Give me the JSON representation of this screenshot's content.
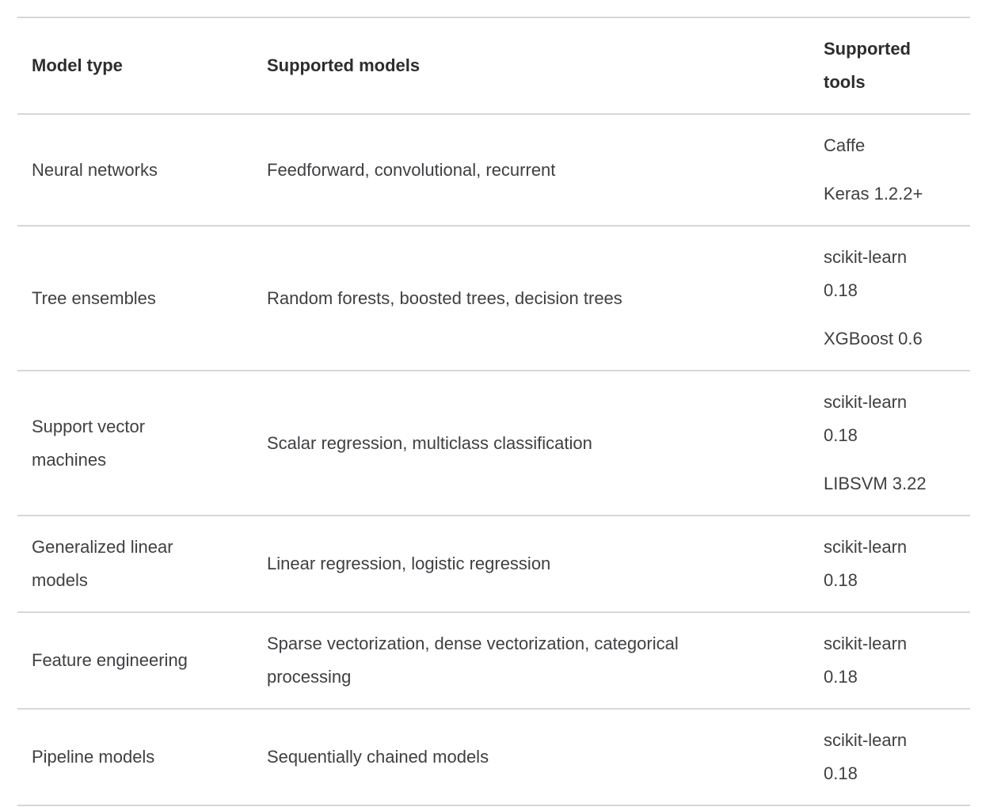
{
  "table": {
    "columns": [
      {
        "id": "model_type",
        "label": "Model type"
      },
      {
        "id": "supported_models",
        "label": "Supported models"
      },
      {
        "id": "supported_tools",
        "label": "Supported tools"
      }
    ],
    "rows": [
      {
        "model_type": "Neural networks",
        "supported_models": "Feedforward, convolutional, recurrent",
        "supported_tools": [
          "Caffe",
          "Keras 1.2.2+"
        ]
      },
      {
        "model_type": "Tree ensembles",
        "supported_models": "Random forests, boosted trees, decision trees",
        "supported_tools": [
          "scikit-learn 0.18",
          "XGBoost 0.6"
        ]
      },
      {
        "model_type": "Support vector machines",
        "supported_models": "Scalar regression, multiclass classification",
        "supported_tools": [
          "scikit-learn 0.18",
          "LIBSVM 3.22"
        ]
      },
      {
        "model_type": "Generalized linear models",
        "supported_models": "Linear regression, logistic regression",
        "supported_tools": [
          "scikit-learn 0.18"
        ]
      },
      {
        "model_type": "Feature engineering",
        "supported_models": "Sparse vectorization, dense vectorization, categorical processing",
        "supported_tools": [
          "scikit-learn 0.18"
        ]
      },
      {
        "model_type": "Pipeline models",
        "supported_models": "Sequentially chained models",
        "supported_tools": [
          "scikit-learn 0.18"
        ]
      }
    ],
    "colors": {
      "background": "#ffffff",
      "border": "#d7d7d7",
      "header_text": "#2d2d2f",
      "body_text": "#3f4043"
    }
  }
}
